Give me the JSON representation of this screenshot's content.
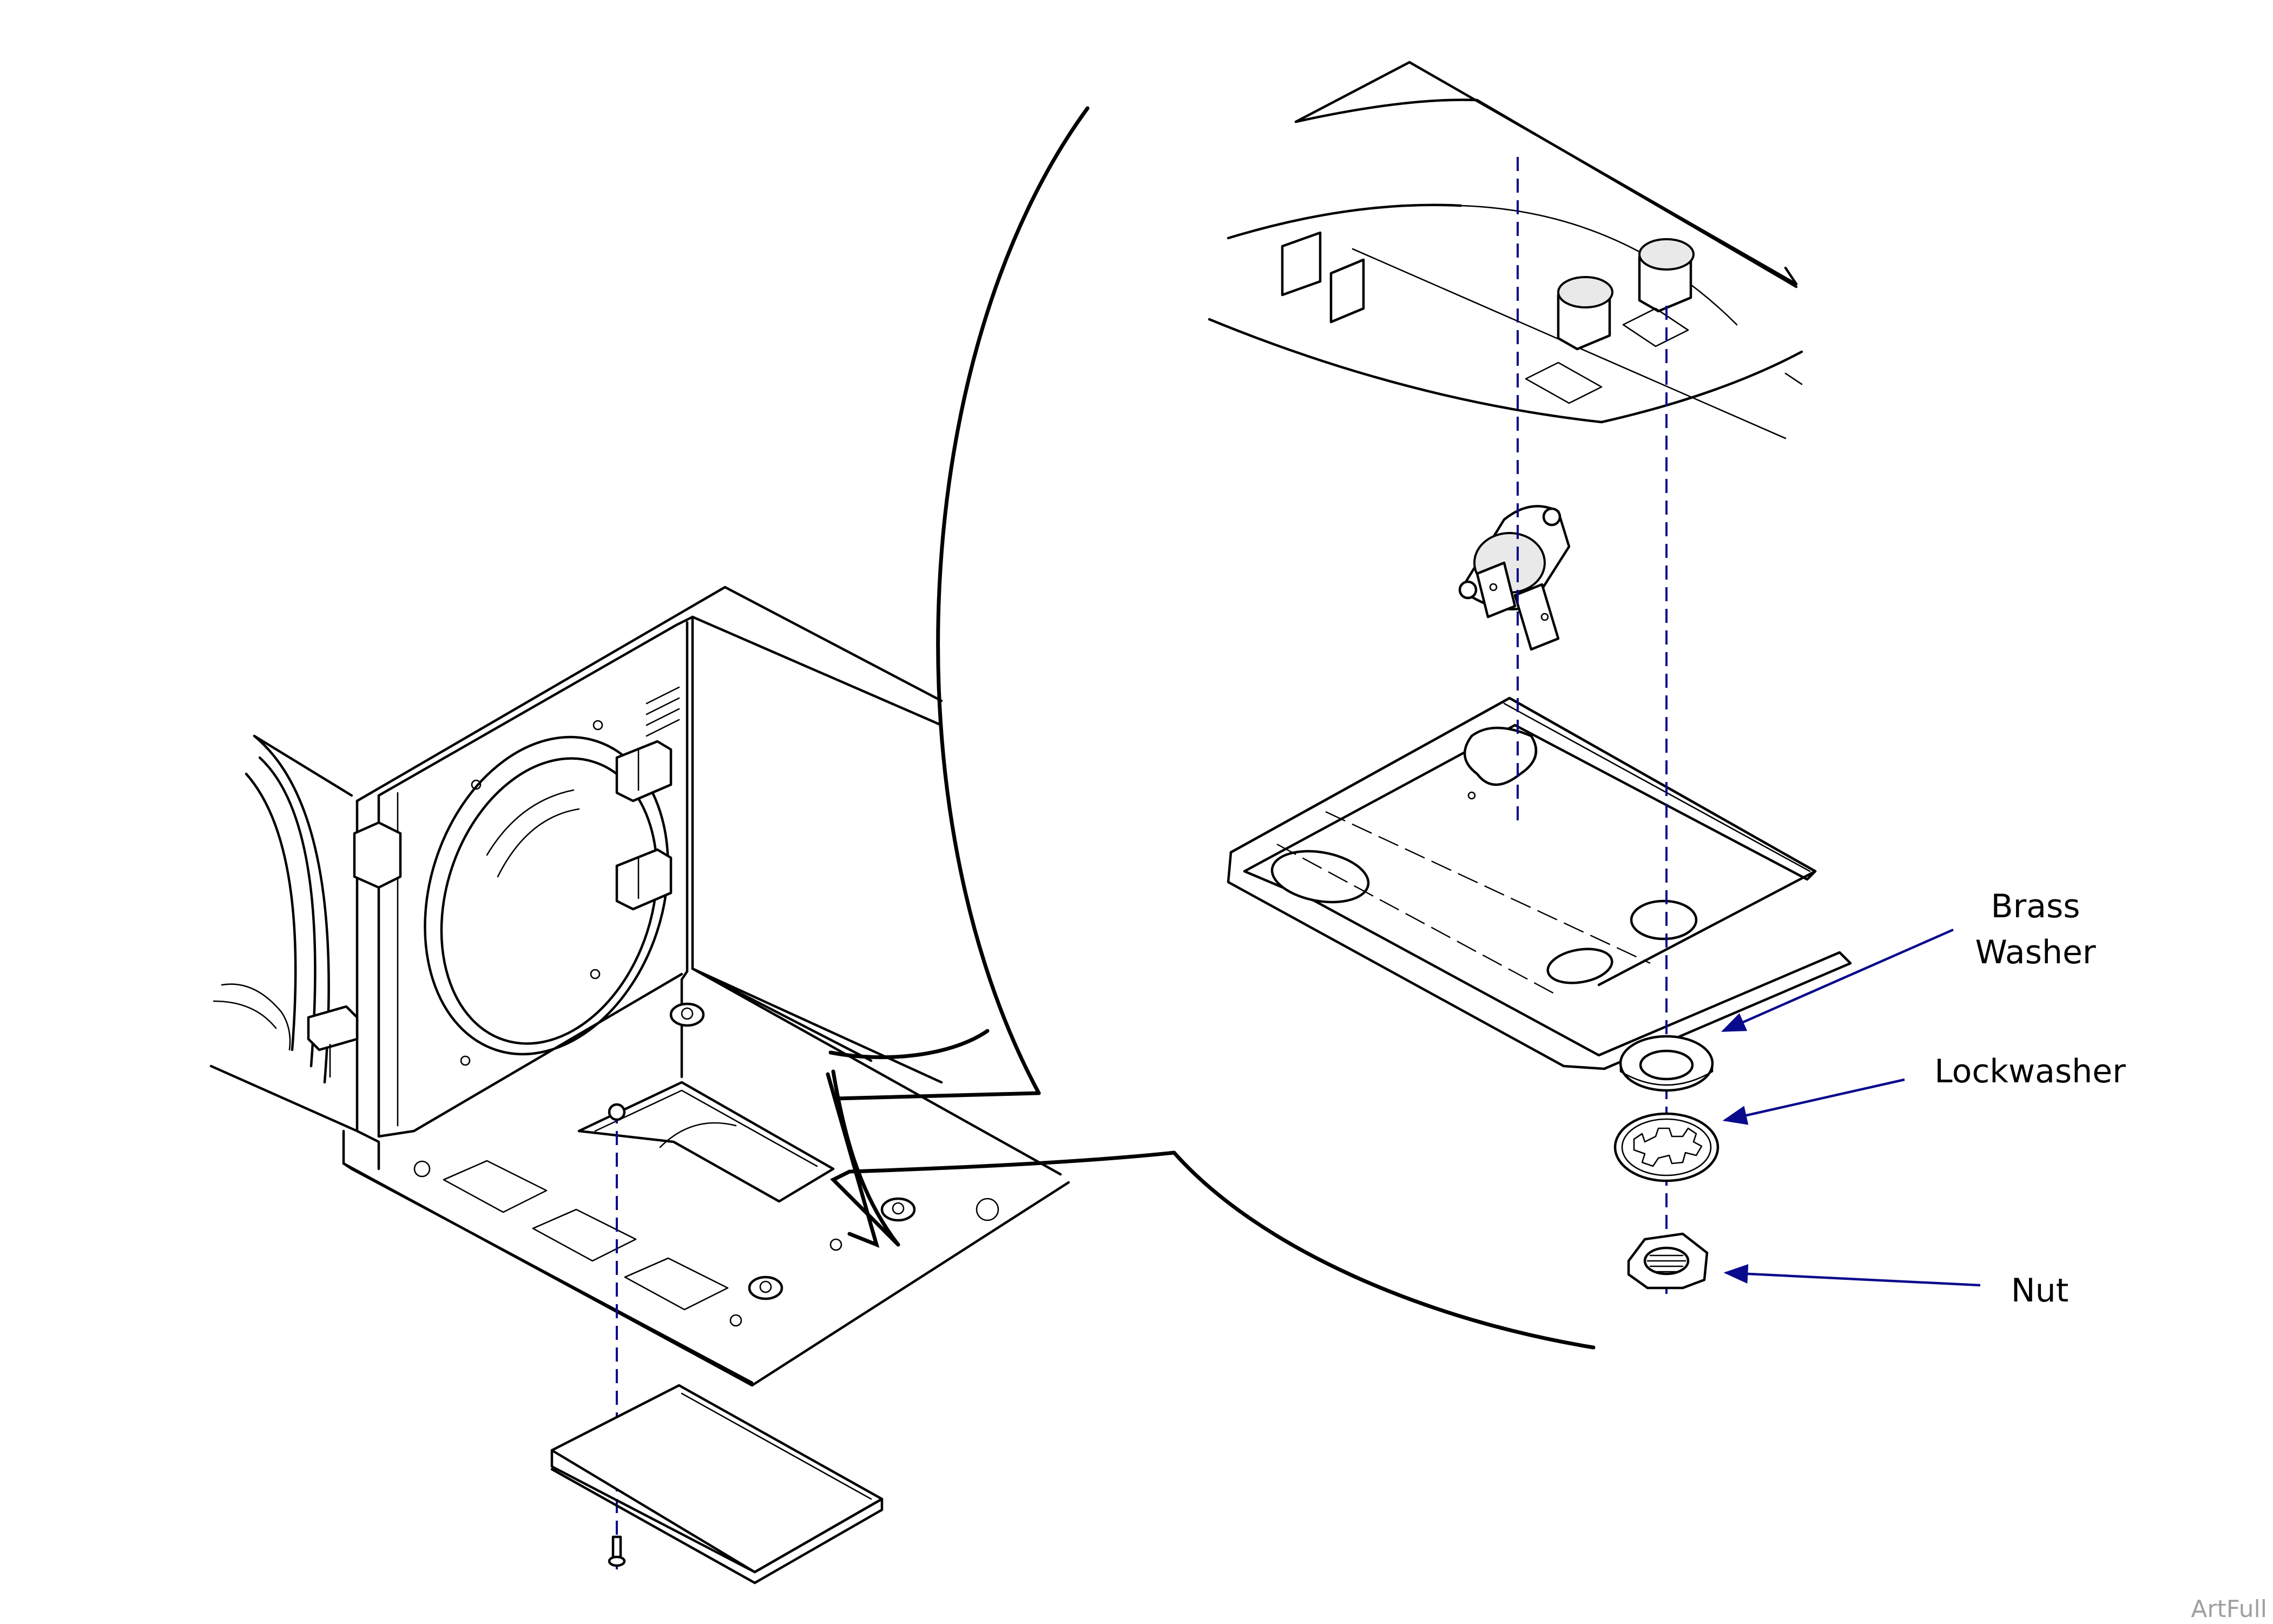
{
  "callouts": {
    "brass_washer_line1": "Brass",
    "brass_washer_line2": "Washer",
    "lockwasher": "Lockwasher",
    "nut": "Nut"
  },
  "watermark": "ArtFull",
  "colors": {
    "line": "#000000",
    "callout_arrow": "#0a0a8c",
    "watermark": "#a0a0a0"
  }
}
